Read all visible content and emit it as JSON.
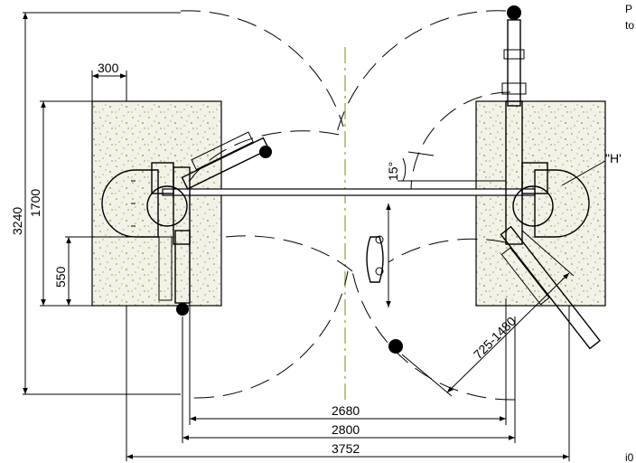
{
  "dimensions": {
    "total_height": "3240",
    "pad_height": "1700",
    "pad_offset": "550",
    "pad_margin": "300",
    "inner_width": "2680",
    "column_width": "2800",
    "total_width": "3752",
    "arm_reach": "725-1480",
    "arm_angle": "15°"
  },
  "callout_label": "\"H'",
  "edge_text": {
    "top_right_line1": "P",
    "top_right_line2": "to",
    "bottom_right": "i0"
  },
  "colors": {
    "line": "#000000",
    "concrete_fill": "#f3f2e6",
    "speckle": "#8a8a3a",
    "center_line": "#9a9a3a"
  }
}
